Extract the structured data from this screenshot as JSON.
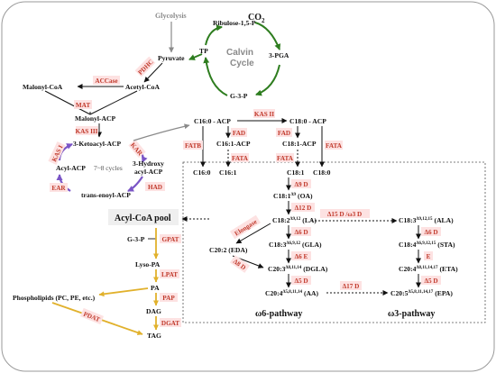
{
  "metabolites": {
    "co2": "CO",
    "co2_sub": "2",
    "rubp": "Ribulose-1,5-P",
    "pga": "3-PGA",
    "g3p_top": "G-3-P",
    "tp": "TP",
    "glycolysis": "Glycolysis",
    "calvin_line1": "Calvin",
    "calvin_line2": "Cycle",
    "pyruvate": "Pyruvate",
    "malonyl_coa": "Malonyl-CoA",
    "acetyl_coa": "Acetyl-CoA",
    "malonyl_acp": "Malonyl-ACP",
    "ketoacyl_acp": "3-Ketoacyl-ACP",
    "hydroxy_line1": "3-Hydroxy",
    "hydroxy_line2": "acyl-ACP",
    "acyl_acp": "Acyl-ACP",
    "cycles": "7~8 cycles",
    "enoyl_acp": "trans-enoyl-ACP",
    "c160_acp": "C16:0 - ACP",
    "c180_acp": "C18:0 - ACP",
    "c161_acp": "C16:1-ACP",
    "c181_acp": "C18:1-ACP",
    "c160": "C16:0",
    "c161": "C16:1",
    "c181": "C18:1",
    "c180": "C18:0",
    "c181_oa": "C18:1",
    "c181_oa_sup": "Δ9",
    "c181_oa_tail": "(OA)",
    "la": "C18:2",
    "la_sup": "Δ9,12",
    "la_tail": "(LA)",
    "gla": "C18:3",
    "gla_sup": "Δ6,9,12",
    "gla_tail": "(GLA)",
    "dgla": "C20:3",
    "dgla_sup": "Δ8,11,14",
    "dgla_tail": "(DGLA)",
    "aa": "C20:4",
    "aa_sup": "Δ5,8,11,14",
    "aa_tail": "(AA)",
    "eda": "C20:2 (EDA)",
    "ala": "C18:3",
    "ala_sup": "Δ9,12,15",
    "ala_tail": "(ALA)",
    "sta": "C18:4",
    "sta_sup": "Δ6,9,12,15",
    "sta_tail": "(STA)",
    "eta": "C20:4",
    "eta_sup": "Δ8,11,14,17",
    "eta_tail": "(ETA)",
    "epa": "C20:5",
    "epa_sup": "Δ5,8,11,14,17",
    "epa_tail": "(EPA)",
    "acyl_coa_pool": "Acyl-CoA pool",
    "g3p_bottom": "G-3-P",
    "lyso_pa": "Lyso-PA",
    "pa": "PA",
    "phospholipids": "Phospholipids (PC, PE, etc.)",
    "dag": "DAG",
    "tag": "TAG"
  },
  "enzymes": {
    "pdhc": "PDHC",
    "accase": "ACCase",
    "mat": "MAT",
    "kas3": "KAS III",
    "kas1": "KAS I",
    "kar": "KAR",
    "had": "HAD",
    "ear": "EAR",
    "kas2": "KAS II",
    "fad_a": "FAD",
    "fad_b": "FAD",
    "fata_a": "FATA",
    "fata_b": "FATA",
    "fatb": "FATB",
    "fata_c": "FATA",
    "d9d": "Δ9 D",
    "d12d": "Δ12 D",
    "elongase": "Elongase",
    "d6d_a": "Δ6 D",
    "d6e": "Δ6 E",
    "d8d": "Δ8 D",
    "d5d_a": "Δ5 D",
    "d15d": "Δ15 D /ω3 D",
    "d6d_b": "Δ6 D",
    "e": "E",
    "d5d_b": "Δ5 D",
    "d17d": "Δ17 D",
    "gpat": "GPAT",
    "lpat": "LPAT",
    "pap": "PAP",
    "dgat": "DGAT",
    "pdat": "PDAT"
  },
  "pathways": {
    "omega6": "ω6-pathway",
    "omega3": "ω3-pathway"
  },
  "colors": {
    "calvin_green": "#2e7d1f",
    "cycle_purple": "#7a55c6",
    "tag_yellow": "#e1b12c",
    "enzyme_red": "#c0392b",
    "label_pink": "#fde2e2",
    "grey": "#8a8a8a",
    "black": "#111111"
  }
}
